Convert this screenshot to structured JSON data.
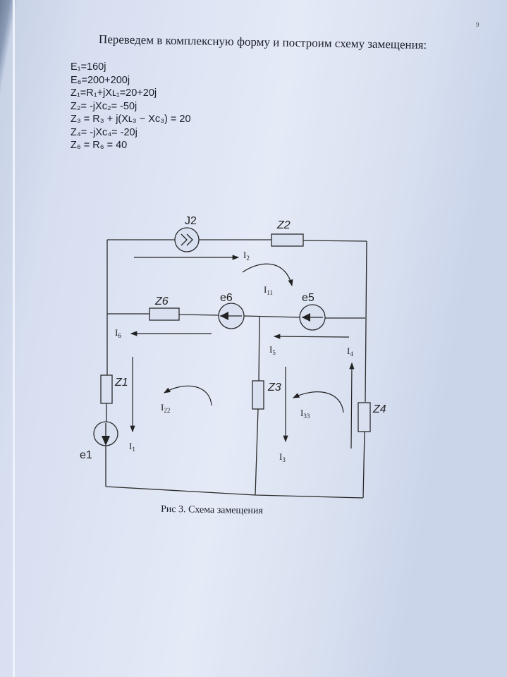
{
  "page_number": "9",
  "heading": "Переведем  в комплексную форму и построим схему замещения:",
  "equations": [
    "E₁=160j",
    "E₆=200+200j",
    "Z₁=R₁+jXʟ₁=20+20j",
    "Z₂= -jXᴄ₂= -50j",
    "Z₃ = R₃ + j(Xʟ₃ − Xᴄ₃) = 20",
    "Z₄= -jXᴄ₄= -20j",
    "Z₆ = R₆ = 40"
  ],
  "circuit": {
    "components": {
      "J2": "J2",
      "Z2": "Z2",
      "Z6": "Z6",
      "e6": "e6",
      "e5": "e5",
      "Z1": "Z1",
      "Z3": "Z3",
      "Z4": "Z4",
      "e1": "e1"
    },
    "currents": {
      "I2": [
        "I",
        "2"
      ],
      "I11": [
        "I",
        "11"
      ],
      "I6": [
        "I",
        "6"
      ],
      "I5": [
        "I",
        "5"
      ],
      "I4": [
        "I",
        "4"
      ],
      "I22": [
        "I",
        "22"
      ],
      "I33": [
        "I",
        "33"
      ],
      "I1": [
        "I",
        "1"
      ],
      "I3": [
        "I",
        "3"
      ]
    }
  },
  "caption": "Рис 3. Схема замещения"
}
